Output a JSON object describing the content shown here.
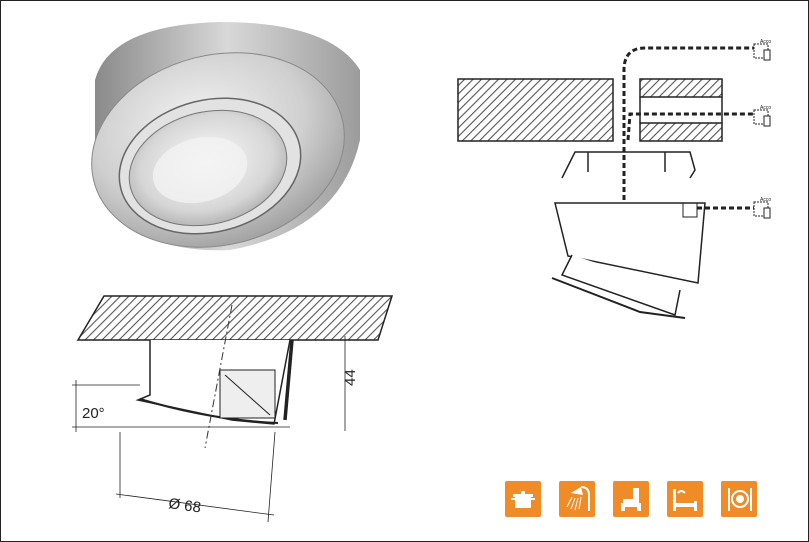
{
  "dimensions": {
    "angle_label": "20°",
    "height_label": "44",
    "diameter_label": "Ø 68"
  },
  "connector_text": "Acco",
  "usage_icons": [
    {
      "name": "cooking-pot-icon"
    },
    {
      "name": "shower-icon"
    },
    {
      "name": "armchair-icon"
    },
    {
      "name": "bed-icon"
    },
    {
      "name": "dining-plate-icon"
    }
  ],
  "colors": {
    "icon_background": "#f08c28",
    "line": "#222222",
    "hatch": "#555555"
  }
}
